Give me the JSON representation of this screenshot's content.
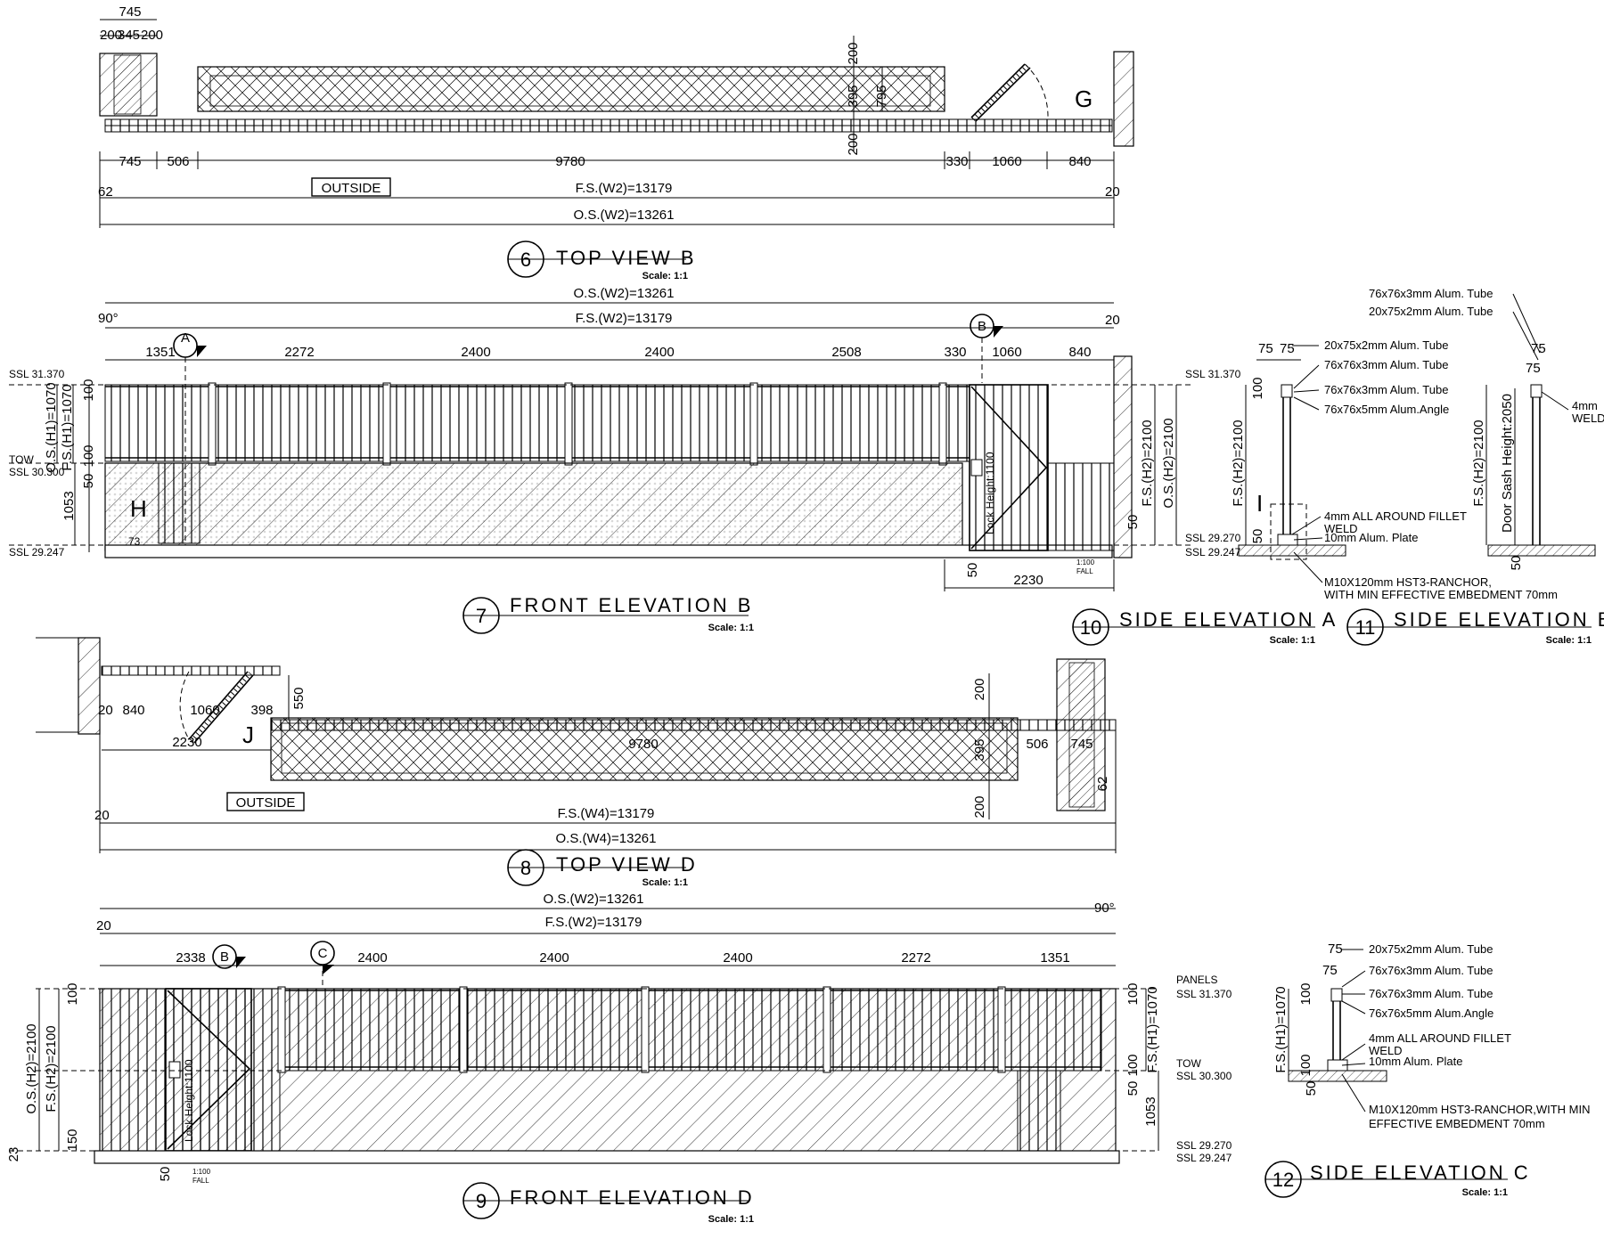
{
  "views": {
    "v6": {
      "number": "6",
      "title": "TOP VIEW B",
      "scale": "Scale: 1:1"
    },
    "v7": {
      "number": "7",
      "title": "FRONT ELEVATION B",
      "scale": "Scale: 1:1"
    },
    "v8": {
      "number": "8",
      "title": "TOP VIEW D",
      "scale": "Scale: 1:1"
    },
    "v9": {
      "number": "9",
      "title": "FRONT ELEVATION D",
      "scale": "Scale: 1:1"
    },
    "v10": {
      "number": "10",
      "title": "SIDE ELEVATION A",
      "scale": "Scale: 1:1"
    },
    "v11": {
      "number": "11",
      "title": "SIDE ELEVATION B",
      "scale": "Scale: 1:1"
    },
    "v12": {
      "number": "12",
      "title": "SIDE ELEVATION C",
      "scale": "Scale: 1:1"
    }
  },
  "top_b": {
    "top_745": "745",
    "d200a": "200",
    "d345": "345",
    "d200b": "200",
    "segs": [
      "745",
      "506",
      "9780",
      "330",
      "1060",
      "840"
    ],
    "d62": "62",
    "d20": "20",
    "outside": "OUTSIDE",
    "fs": "F.S.(W2)=13179",
    "os": "O.S.(W2)=13261",
    "v200a": "200",
    "v395": "395",
    "v795": "795",
    "v200b": "200",
    "marker_g": "G"
  },
  "front_b": {
    "os": "O.S.(W2)=13261",
    "fs": "F.S.(W2)=13179",
    "angle": "90°",
    "d20": "20",
    "segs": [
      "1351",
      "2272",
      "2400",
      "2400",
      "2508",
      "330",
      "1060",
      "840"
    ],
    "sec_a": "A",
    "sec_b": "B",
    "ssl_top_l": "SSL 31.370",
    "tow": "TOW",
    "ssl_mid_l": "SSL 30.300",
    "ssl_bot_l": "SSL 29.247",
    "os_h1": "O.S.(H1)=1070",
    "fs_h1": "F.S.(H1)=1070",
    "d100a": "100",
    "d100b": "100",
    "d50": "50",
    "d1053": "1053",
    "d73": "73",
    "marker_h": "H",
    "lock": "Lock Height:1100",
    "fs_h2": "F.S.(H2)=2100",
    "os_h2": "O.S.(H2)=2100",
    "ssl_top_r": "SSL 31.370",
    "ssl_bot_r1": "SSL 29.270",
    "ssl_bot_r2": "SSL 29.247",
    "d50r": "50",
    "d50b": "50",
    "d2230": "2230",
    "fall1": "1:100",
    "fall2": "FALL"
  },
  "side_a": {
    "d75a": "75",
    "d75b": "75",
    "d100": "100",
    "fs": "F.S.(H2)=2100",
    "d50": "50",
    "marker_i": "I",
    "n1": "20x75x2mm Alum. Tube",
    "n2": "76x76x3mm Alum. Tube",
    "n3": "76x76x3mm Alum. Tube",
    "n4": "76x76x5mm  Alum.Angle",
    "n5a": "4mm ALL AROUND FILLET",
    "n5b": "WELD",
    "n6": "10mm Alum. Plate",
    "n7a": "M10X120mm HST3-RANCHOR,",
    "n7b": "WITH MIN EFFECTIVE  EMBEDMENT 70mm"
  },
  "side_b": {
    "n1": "76x76x3mm Alum. Tube",
    "n2": "20x75x2mm Alum. Tube",
    "d75a": "75",
    "d75b": "75",
    "n3a": "4mm",
    "n3b": "WELD",
    "fs": "F.S.(H2)=2100",
    "sash": "Door Sash Height:2050",
    "d50": "50"
  },
  "top_d": {
    "d20a": "20",
    "d840": "840",
    "d1060": "1060",
    "d398": "398",
    "d550": "550",
    "d2230": "2230",
    "marker_j": "J",
    "d9780": "9780",
    "d200a": "200",
    "d395": "395",
    "d200b": "200",
    "d506": "506",
    "d745": "745",
    "d62": "62",
    "outside": "OUTSIDE",
    "d20b": "20",
    "fs": "F.S.(W4)=13179",
    "os": "O.S.(W4)=13261"
  },
  "front_d": {
    "os": "O.S.(W2)=13261",
    "fs": "F.S.(W2)=13179",
    "d20": "20",
    "angle": "90°",
    "segs": [
      "2338",
      "2400",
      "2400",
      "2400",
      "2272",
      "1351"
    ],
    "sec_b": "B",
    "sec_c": "C",
    "os_h2": "O.S.(H2)=2100",
    "fs_h2": "F.S.(H2)=2100",
    "d100": "100",
    "d150": "150",
    "d23": "23",
    "d50": "50",
    "lock": "Lock Height:1100",
    "fall1": "1:100",
    "fall2": "FALL",
    "panels": "PANELS",
    "ssl_top": "SSL 31.370",
    "d100r": "100",
    "fs_h1": "F.S.(H1)=1070",
    "d100r2": "100",
    "tow": "TOW",
    "ssl_mid": "SSL 30.300",
    "d50r": "50",
    "d1053": "1053",
    "ssl_b1": "SSL 29.270",
    "ssl_b2": "SSL 29.247"
  },
  "side_c": {
    "d75a": "75",
    "d75b": "75",
    "d100": "100",
    "fs": "F.S.(H1)=1070",
    "d100b": "100",
    "d50": "50",
    "n1": "20x75x2mm Alum. Tube",
    "n2": "76x76x3mm Alum. Tube",
    "n3": "76x76x3mm Alum. Tube",
    "n4": "76x76x5mm  Alum.Angle",
    "n5a": "4mm ALL AROUND FILLET",
    "n5b": "WELD",
    "n6": "10mm Alum. Plate",
    "n7a": "M10X120mm HST3-RANCHOR,WITH MIN",
    "n7b": "EFFECTIVE EMBEDMENT 70mm"
  }
}
